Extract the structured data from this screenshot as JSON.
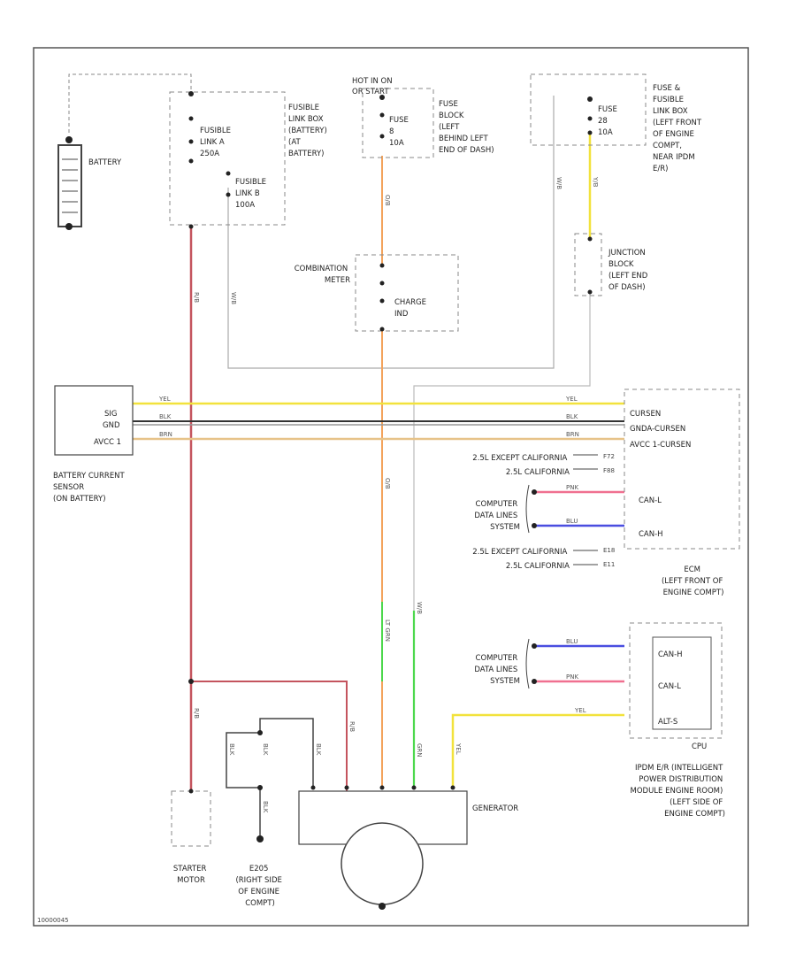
{
  "components": {
    "battery": "BATTERY",
    "fusible_box": [
      "FUSIBLE",
      "LINK BOX",
      "(BATTERY)",
      "(AT",
      "BATTERY)"
    ],
    "fusible_link_a": [
      "FUSIBLE",
      "LINK A",
      "250A"
    ],
    "fusible_link_b": [
      "FUSIBLE",
      "LINK B",
      "100A"
    ],
    "hot_in_on": [
      "HOT IN ON",
      "OR START"
    ],
    "fuse_10a": [
      "FUSE",
      "8",
      "10A"
    ],
    "fuse_block": [
      "FUSE",
      "BLOCK",
      "(LEFT",
      "BEHIND LEFT",
      "END OF DASH)"
    ],
    "fuse_20a": [
      "FUSE",
      "28",
      "10A"
    ],
    "fuse_link_box_left": [
      "FUSE &",
      "FUSIBLE",
      "LINK BOX",
      "(LEFT FRONT",
      "OF ENGINE",
      "COMPT,",
      "NEAR IPDM",
      "E/R)"
    ],
    "junction_block": [
      "JUNCTION",
      "BLOCK",
      "(LEFT END",
      "OF DASH)"
    ],
    "combination_meter": [
      "COMBINATION",
      "METER"
    ],
    "charge_ind": [
      "CHARGE",
      "IND"
    ],
    "battery_current_sensor": [
      "BATTERY CURRENT",
      "SENSOR",
      "(ON BATTERY)"
    ],
    "sensor_pins": [
      "SIG",
      "GND",
      "AVCC 1"
    ],
    "ecm_pins": [
      "CURSEN",
      "GNDA-CURSEN",
      "AVCC 1-CURSEN"
    ],
    "ecm_pin_cavl": "CAN-L",
    "ecm_pin_cavh": "CAN-H",
    "ecm": [
      "ECM",
      "(LEFT FRONT OF",
      "ENGINE COMPT)"
    ],
    "calif_a": [
      "2.5L EXCEPT CALIFORNIA",
      "2.5L CALIFORNIA"
    ],
    "calif_b": [
      "2.5L EXCEPT CALIFORNIA",
      "2.5L CALIFORNIA"
    ],
    "calif_pins_a": [
      "F72",
      "F88"
    ],
    "calif_pins_b": [
      "E18",
      "E11"
    ],
    "computer_data_1": [
      "COMPUTER",
      "DATA LINES",
      "SYSTEM"
    ],
    "computer_data_2": [
      "COMPUTER",
      "DATA LINES",
      "SYSTEM"
    ],
    "ipdm_pins": [
      "CAN-H",
      "CAN-L",
      "ALT-S"
    ],
    "ipdm_label": "CPU",
    "ipdm": [
      "IPDM E/R (INTELLIGENT",
      "POWER DISTRIBUTION",
      "MODULE ENGINE ROOM)",
      "(LEFT SIDE OF",
      "ENGINE COMPT)"
    ],
    "generator": "GENERATOR",
    "starter_motor": [
      "STARTER",
      "MOTOR"
    ],
    "ground": [
      "E205",
      "(RIGHT SIDE",
      "OF ENGINE",
      "COMPT)"
    ],
    "footer_code": "10000045"
  },
  "wire_labels": {
    "red": "R/B",
    "white": "W/B",
    "orange": "O/B",
    "yellow": "Y/B",
    "yel": "YEL",
    "blk": "BLK",
    "brn": "BRN",
    "pink": "PNK",
    "blue": "BLU",
    "green": "LT GRN",
    "grn": "GRN"
  },
  "colors": {
    "red": "#c4545e",
    "yellow": "#f2e23c",
    "orange": "#f3a35c",
    "blue": "#4a4ee0",
    "pink": "#f07090",
    "green": "#4cd84c",
    "black": "#333333",
    "gray": "#999999"
  }
}
